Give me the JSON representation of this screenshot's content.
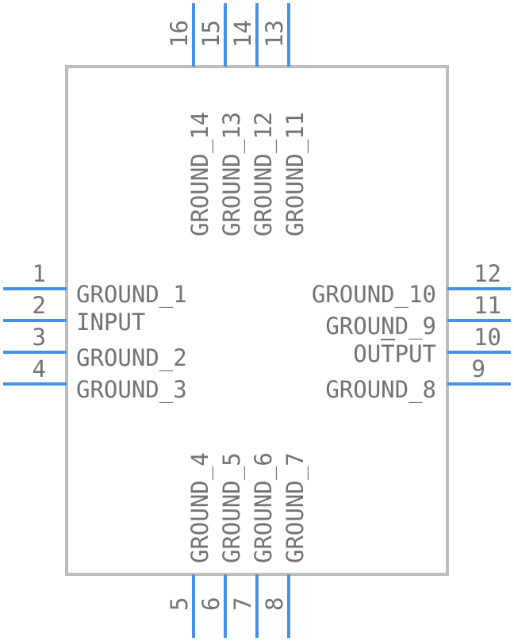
{
  "component": {
    "pins": [
      {
        "number": "1",
        "name": "GROUND_1"
      },
      {
        "number": "2",
        "name": "INPUT"
      },
      {
        "number": "3",
        "name": "GROUND_2"
      },
      {
        "number": "4",
        "name": "GROUND_3"
      },
      {
        "number": "5",
        "name": "GROUND_4"
      },
      {
        "number": "6",
        "name": "GROUND_5"
      },
      {
        "number": "7",
        "name": "GROUND_6"
      },
      {
        "number": "8",
        "name": "GROUND_7"
      },
      {
        "number": "9",
        "name": "GROUND_8"
      },
      {
        "number": "10",
        "name": "OUTPUT"
      },
      {
        "number": "11",
        "name": "GROUND_9"
      },
      {
        "number": "12",
        "name": "GROUND_10"
      },
      {
        "number": "13",
        "name": "GROUND_11"
      },
      {
        "number": "14",
        "name": "GROUND_12"
      },
      {
        "number": "15",
        "name": "GROUND_13"
      },
      {
        "number": "16",
        "name": "GROUND_14"
      }
    ]
  },
  "colors": {
    "pin": "#4a90e2",
    "outline": "#bdbdbd",
    "text": "#737373"
  }
}
